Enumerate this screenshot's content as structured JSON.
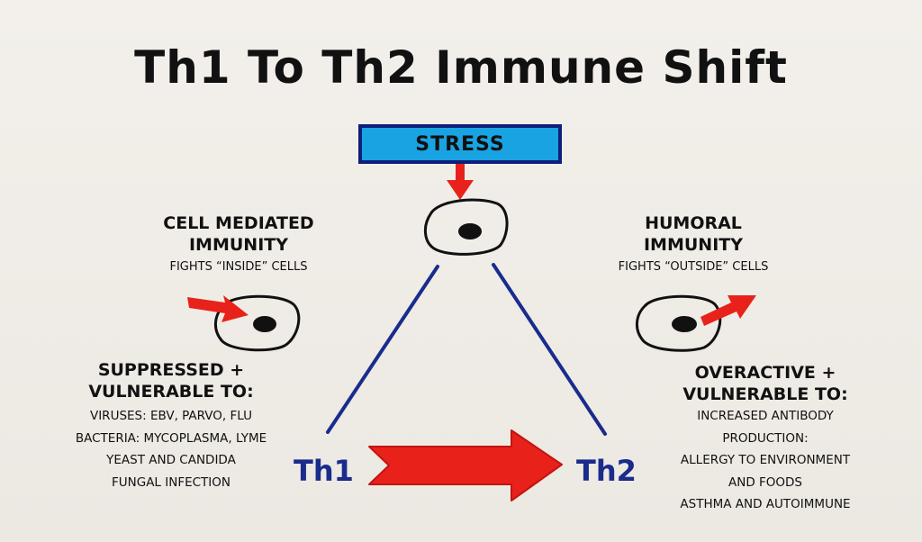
{
  "title": "Th1 To Th2 Immune Shift",
  "stress_label": "STRESS",
  "left": {
    "heading": [
      "CELL MEDIATED",
      "IMMUNITY"
    ],
    "subheading": "FIGHTS “INSIDE” CELLS",
    "vulnerable_heading": [
      "SUPPRESSED +",
      "VULNERABLE TO:"
    ],
    "items": [
      "VIRUSES: EBV, PARVO, FLU",
      "BACTERIA: MYCOPLASMA, LYME",
      "YEAST AND CANDIDA",
      "FUNGAL INFECTION"
    ]
  },
  "right": {
    "heading": [
      "HUMORAL",
      "IMMUNITY"
    ],
    "subheading": "FIGHTS “OUTSIDE” CELLS",
    "vulnerable_heading": [
      "OVERACTIVE +",
      "VULNERABLE TO:"
    ],
    "items": [
      "INCREASED ANTIBODY",
      "PRODUCTION:",
      "ALLERGY TO ENVIRONMENT",
      "AND FOODS",
      "ASTHMA AND AUTOIMMUNE"
    ]
  },
  "th1_label": "Th1",
  "th2_label": "Th2",
  "colors": {
    "arrow_red": "#e8221b",
    "line_blue": "#1a2b8c",
    "stress_fill": "#1aa3e3",
    "stress_border": "#0d1f7a"
  }
}
